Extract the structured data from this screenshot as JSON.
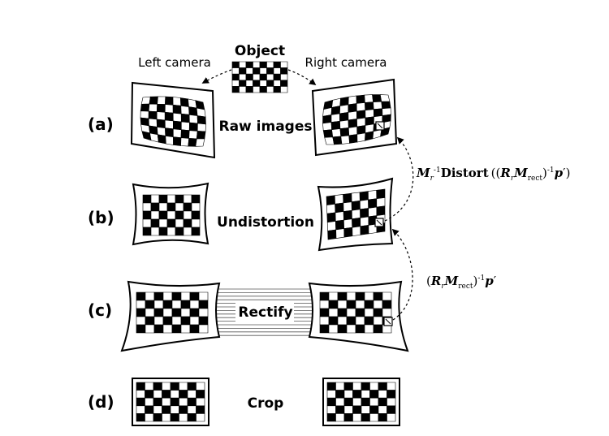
{
  "object_label": "Object",
  "left_camera_label": "Left camera",
  "right_camera_label": "Right camera",
  "steps": [
    {
      "id": "(a)",
      "label": "Raw images"
    },
    {
      "id": "(b)",
      "label": "Undistortion"
    },
    {
      "id": "(c)",
      "label": "Rectify"
    },
    {
      "id": "(d)",
      "label": "Crop"
    }
  ],
  "formula_top": {
    "M": "M",
    "r_sub": "r",
    "inv1": "-1",
    "distort": "Distort",
    "open": "((",
    "R": "R",
    "r_sub2": "r",
    "M2": "M",
    "rect_sub": "rect",
    "close_inv": ")",
    "inv2": "-1",
    "p": "p",
    "prime": "′",
    "end": ")"
  },
  "formula_bottom": {
    "open": "(",
    "R": "R",
    "r_sub": "r",
    "M": "M",
    "rect_sub": "rect",
    "close": ")",
    "inv": "-1",
    "p": "p",
    "prime": "′"
  },
  "colors": {
    "ink": "#000000",
    "paper": "#ffffff",
    "rule": "#555555"
  }
}
